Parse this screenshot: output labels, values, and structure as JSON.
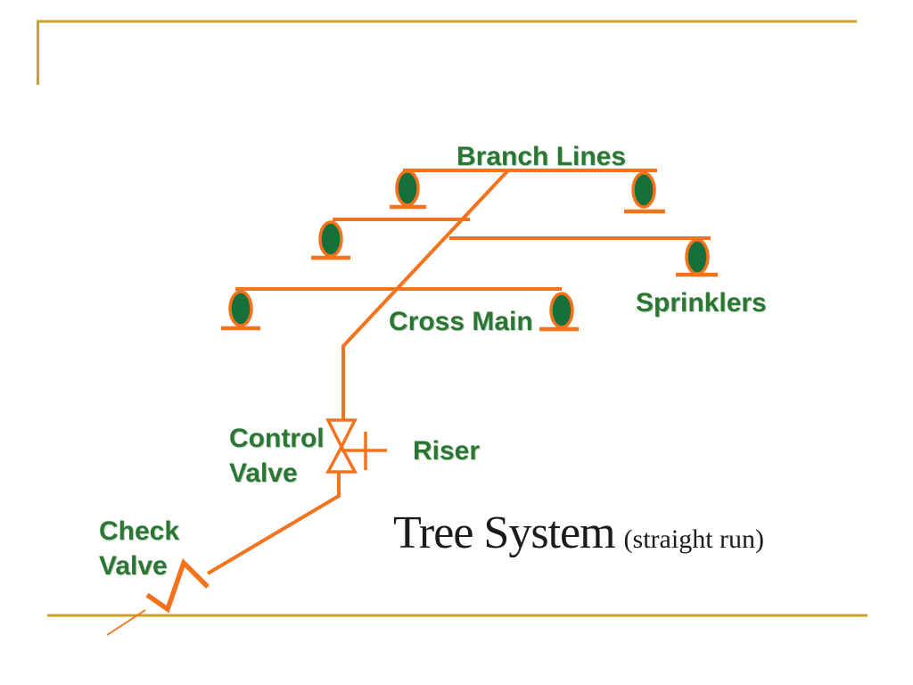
{
  "slide": {
    "title": {
      "main": "Tree System",
      "suffix": "(straight run)"
    },
    "labels": {
      "branch_lines": "Branch Lines",
      "sprinklers": "Sprinklers",
      "cross_main": "Cross Main",
      "control_valve_line1": "Control",
      "control_valve_line2": "Valve",
      "riser": "Riser",
      "check_valve_line1": "Check",
      "check_valve_line2": "Valve"
    },
    "diagram": {
      "type": "fire-sprinkler-piping-schematic",
      "branch_line_count": 3,
      "sprinkler_head_count": 6,
      "icons": {
        "sprinkler-head-icon": "green ellipse with orange outline on short orange stand",
        "control-valve-icon": "orange bowtie (two triangles) with stem and crossbar",
        "check-valve-icon": "orange zigzag stroke on supply pipe"
      }
    },
    "colors": {
      "pipe_orange": "#f4731c",
      "frame_gold": "#c9a12e",
      "sprinkler_green": "#17703a",
      "label_green": "#2b7634",
      "title_color": "#1b1b1b",
      "background": "#ffffff"
    }
  }
}
